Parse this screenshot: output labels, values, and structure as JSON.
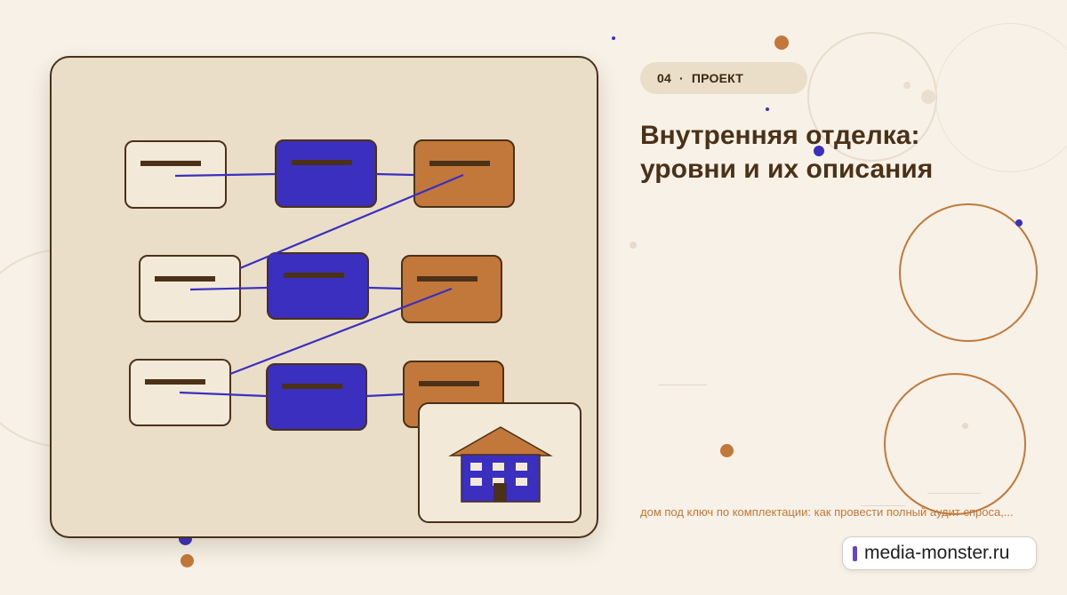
{
  "tag": {
    "number": "04",
    "separator": "·",
    "label": "ПРОЕКТ"
  },
  "title": {
    "line1": "Внутренняя отделка:",
    "line2": "уровни и их описания"
  },
  "subtitle": "дом под ключ по комплектации: как провести полный аудит спроса,...",
  "badge": {
    "text": "media-monster.ru"
  },
  "colors": {
    "background": "#f7f1e7",
    "card": "#ebdec8",
    "outline": "#4a3118",
    "blue": "#3a2fbf",
    "orange": "#c2783a",
    "cream": "#f3e9d8"
  },
  "diagram": {
    "rows": 3,
    "columns": [
      "cream",
      "blue",
      "orange"
    ],
    "building": {
      "icon": "house-icon",
      "windows": 6
    }
  }
}
